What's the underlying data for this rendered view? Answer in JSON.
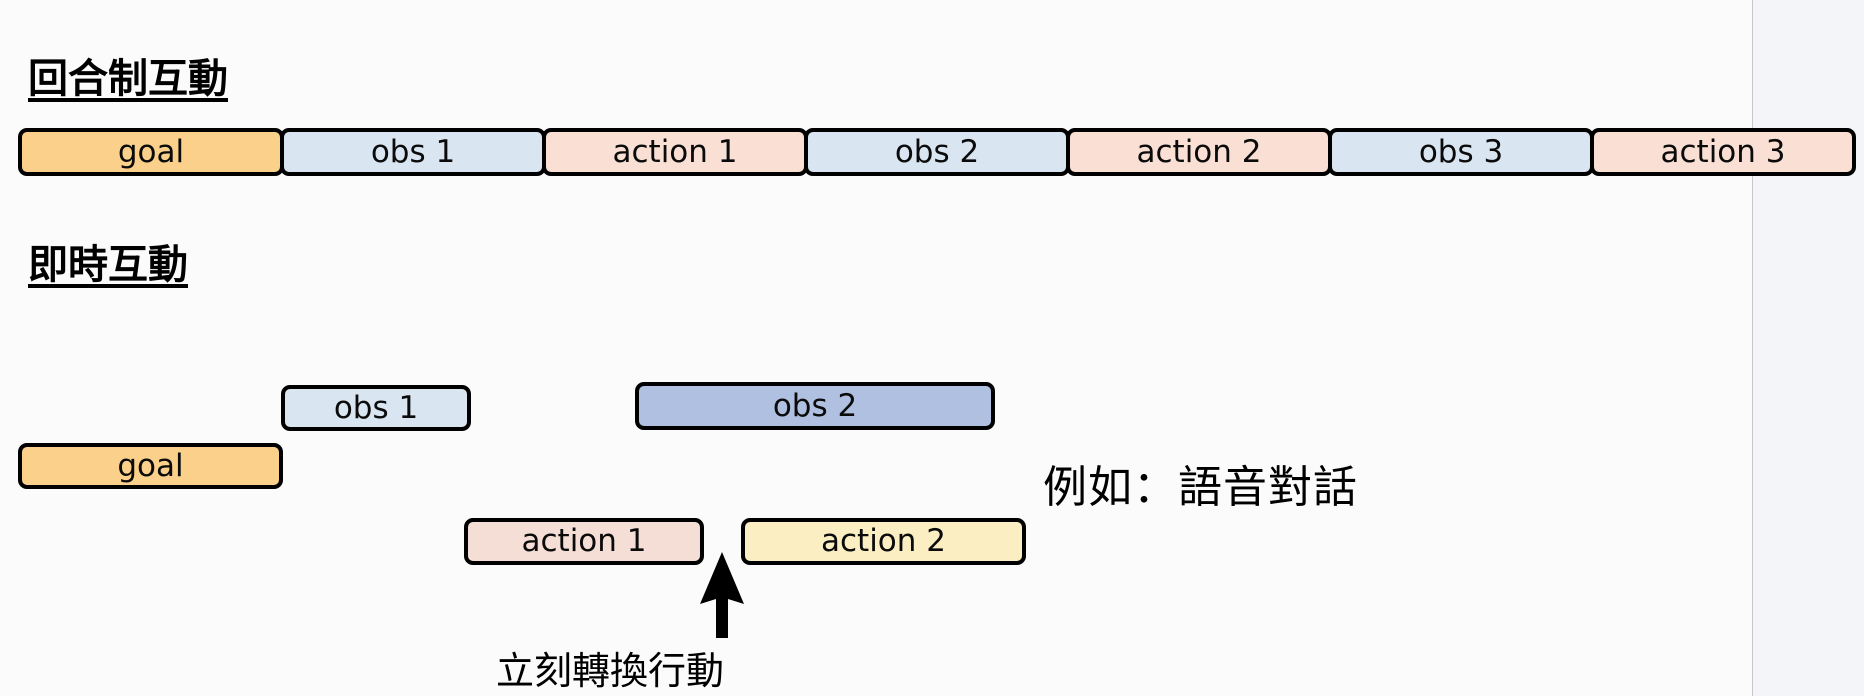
{
  "slide": {
    "background_color": "#fbfbfb",
    "right_pane_color": "#f3f5f9",
    "guide_line_color": "#c8c8cc"
  },
  "sections": {
    "turn_based": {
      "heading": "回合制互動",
      "timeline": [
        {
          "label": "goal",
          "kind": "goal",
          "color": "#fbd08a"
        },
        {
          "label": "obs 1",
          "kind": "obs",
          "color": "#d9e6f2"
        },
        {
          "label": "action 1",
          "kind": "action",
          "color": "#fae0d4"
        },
        {
          "label": "obs 2",
          "kind": "obs",
          "color": "#d9e6f2"
        },
        {
          "label": "action 2",
          "kind": "action",
          "color": "#fae0d4"
        },
        {
          "label": "obs 3",
          "kind": "obs",
          "color": "#d9e6f2"
        },
        {
          "label": "action 3",
          "kind": "action",
          "color": "#fae0d4"
        }
      ]
    },
    "realtime": {
      "heading": "即時互動",
      "blocks": [
        {
          "label": "obs 1",
          "kind": "obs",
          "color": "#d9e6f2"
        },
        {
          "label": "obs 2",
          "kind": "obs",
          "color": "#b0c0e0"
        },
        {
          "label": "goal",
          "kind": "goal",
          "color": "#fbd08a"
        },
        {
          "label": "action 1",
          "kind": "action",
          "color": "#f5ded6"
        },
        {
          "label": "action 2",
          "kind": "action",
          "color": "#faeec2"
        }
      ],
      "arrow_caption": "立刻轉換行動",
      "example_note": "例如：語音對話"
    }
  }
}
